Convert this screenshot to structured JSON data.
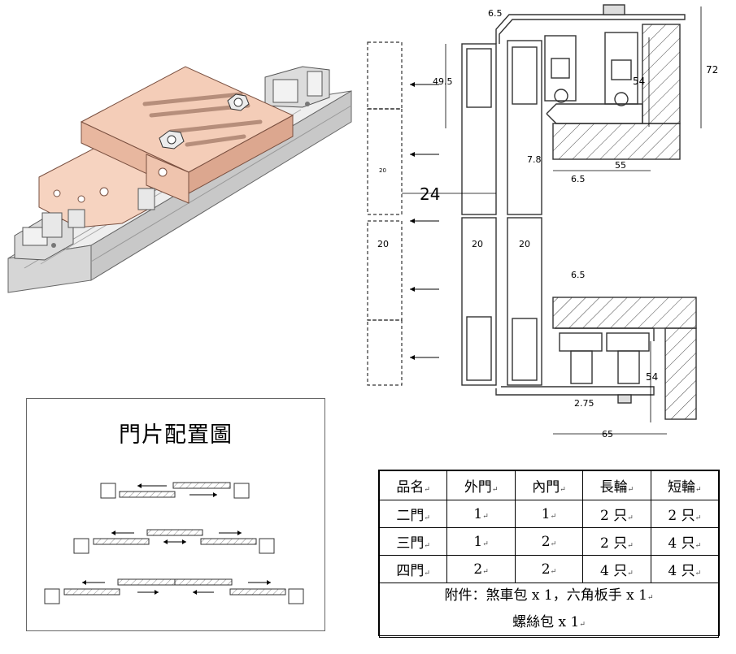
{
  "dims": {
    "d6_5_top": "6.5",
    "d49_5": "49.5",
    "d72": "72",
    "d54_top": "54",
    "d7_8": "7.8",
    "d55": "55",
    "d6_5_mid": "6.5",
    "d24": "24",
    "d20_small": "20",
    "d20_a": "20",
    "d20_b": "20",
    "d20_c": "20",
    "d6_5_bottom": "6.5",
    "d54_bottom": "54",
    "d2_75": "2.75",
    "d65": "65"
  },
  "layout": {
    "title": "門片配置圖"
  },
  "table": {
    "headers": [
      "品名",
      "外門",
      "內門",
      "長輪",
      "短輪"
    ],
    "rows": [
      [
        "二門",
        "1",
        "1",
        "2 只",
        "2 只"
      ],
      [
        "三門",
        "1",
        "2",
        "2 只",
        "4 只"
      ],
      [
        "四門",
        "2",
        "2",
        "4 只",
        "4 只"
      ]
    ],
    "accessories_line1": "附件：煞車包 x 1，六角板手 x 1",
    "accessories_line2": "螺絲包 x 1",
    "mark": "↵"
  },
  "colors": {
    "bracket_fill": "#f4cdb8",
    "bracket_stroke": "#7a5040",
    "rail_fill": "#e4e4e4",
    "rail_dark": "#b8b8b8",
    "hatch": "#888888"
  }
}
